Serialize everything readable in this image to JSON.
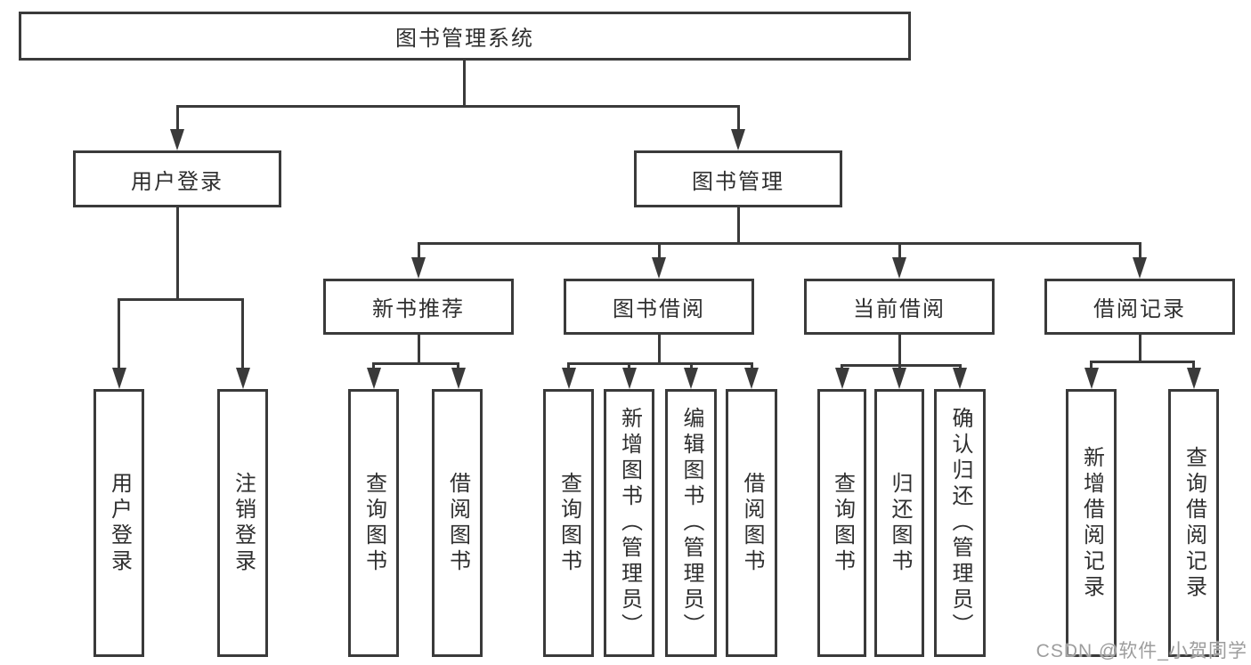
{
  "diagram": {
    "title": "图书管理系统",
    "watermark": "CSDN @软件_小贺同学",
    "colors": {
      "line": "#3a3a3a",
      "text": "#2f2f2f",
      "background": "#ffffff",
      "watermark": "#989898"
    },
    "nodes": {
      "root": {
        "label": "图书管理系统"
      },
      "user_login": {
        "label": "用户登录"
      },
      "book_mgmt": {
        "label": "图书管理"
      },
      "new_book_rec": {
        "label": "新书推荐"
      },
      "book_borrow": {
        "label": "图书借阅"
      },
      "current_borrow": {
        "label": "当前借阅"
      },
      "borrow_records": {
        "label": "借阅记录"
      },
      "user_login_leaf": {
        "label": "用户登录"
      },
      "logout_leaf": {
        "label": "注销登录"
      },
      "rec_query": {
        "label": "查询图书"
      },
      "rec_borrow": {
        "label": "借阅图书"
      },
      "bb_query": {
        "label": "查询图书"
      },
      "bb_add": {
        "label": "新增图书（管理员）"
      },
      "bb_edit": {
        "label": "编辑图书（管理员）"
      },
      "bb_borrow": {
        "label": "借阅图书"
      },
      "cb_query": {
        "label": "查询图书"
      },
      "cb_return": {
        "label": "归还图书"
      },
      "cb_confirm": {
        "label": "确认归还（管理员）"
      },
      "br_add": {
        "label": "新增借阅记录"
      },
      "br_query": {
        "label": "查询借阅记录"
      }
    },
    "hierarchy": {
      "图书管理系统": {
        "用户登录": [
          "用户登录",
          "注销登录"
        ],
        "图书管理": {
          "新书推荐": [
            "查询图书",
            "借阅图书"
          ],
          "图书借阅": [
            "查询图书",
            "新增图书（管理员）",
            "编辑图书（管理员）",
            "借阅图书"
          ],
          "当前借阅": [
            "查询图书",
            "归还图书",
            "确认归还（管理员）"
          ],
          "借阅记录": [
            "新增借阅记录",
            "查询借阅记录"
          ]
        }
      }
    }
  }
}
